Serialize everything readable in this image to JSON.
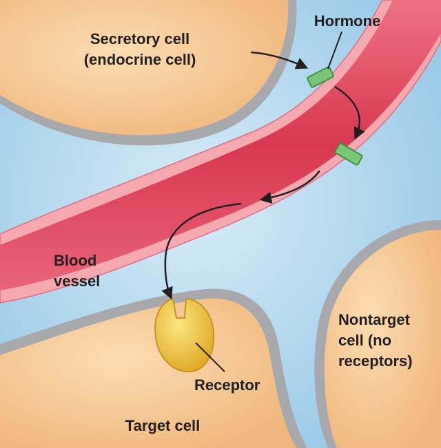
{
  "labels": {
    "secretory_line1": "Secretory cell",
    "secretory_line2": "(endocrine cell)",
    "hormone": "Hormone",
    "blood_line1": "Blood",
    "blood_line2": "vessel",
    "nontarget_line1": "Nontarget",
    "nontarget_line2": "cell (no",
    "nontarget_line3": "receptors)",
    "receptor": "Receptor",
    "target": "Target cell"
  },
  "colors": {
    "background": "#b5d9ec",
    "cell_fill": "#f5c690",
    "cell_membrane": "#a7a9ac",
    "vessel_wall": "#f6a8b1",
    "blood": "#dc3d55",
    "hormone": "#7cc576",
    "receptor": "#f2c23a",
    "text": "#231f20"
  }
}
